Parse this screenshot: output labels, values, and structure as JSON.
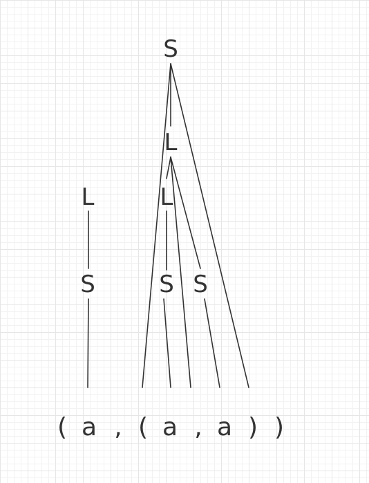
{
  "tree": {
    "nodes": [
      {
        "id": "s_root",
        "label": "S"
      },
      {
        "id": "l_mid",
        "label": "L"
      },
      {
        "id": "l_left",
        "label": "L"
      },
      {
        "id": "s_left",
        "label": "S"
      },
      {
        "id": "l_inner",
        "label": "L"
      },
      {
        "id": "s_inner1",
        "label": "S"
      },
      {
        "id": "s_inner2",
        "label": "S"
      }
    ],
    "tokens": [
      "(",
      "a",
      ",",
      "(",
      "a",
      ",",
      "a",
      ")",
      ")"
    ]
  }
}
